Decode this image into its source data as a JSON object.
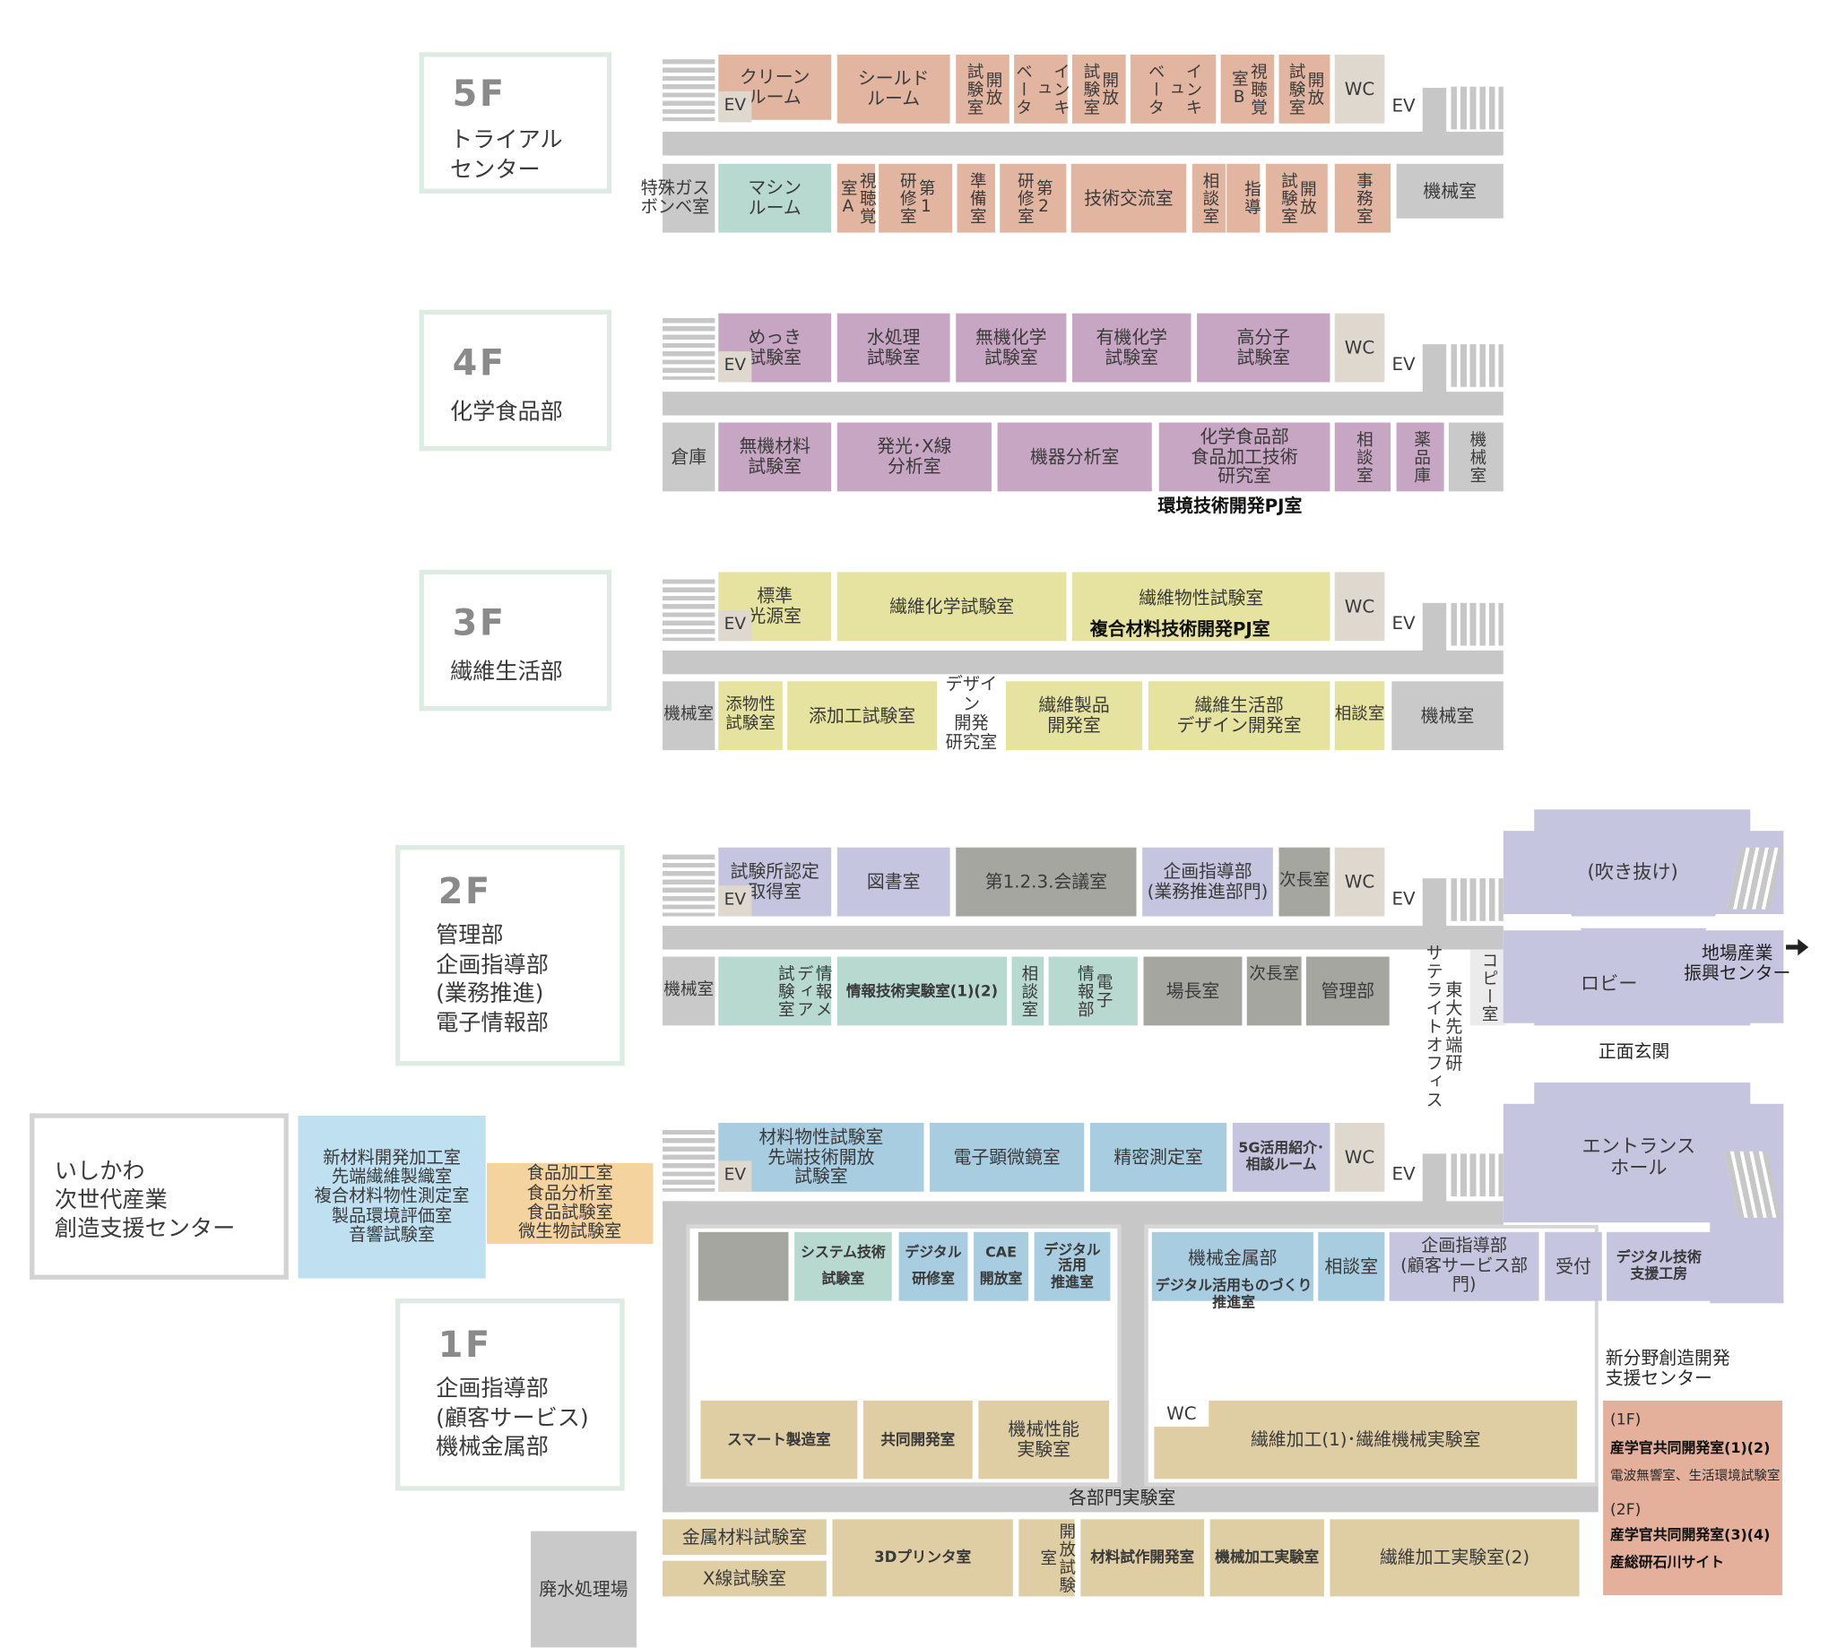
{
  "floors": {
    "f5": {
      "label": "5F",
      "name": "トライアル\nセンター"
    },
    "f4": {
      "label": "4F",
      "name": "化学食品部"
    },
    "f3": {
      "label": "3F",
      "name": "繊維生活部"
    },
    "f2": {
      "label": "2F",
      "name": "管理部\n企画指導部\n(業務推進)\n電子情報部"
    },
    "f1": {
      "label": "1F",
      "name": "企画指導部\n(顧客サービス)\n機械金属部"
    }
  },
  "f5": {
    "clean": "クリーン\nルーム",
    "ev": "EV",
    "shield": "シールド\nルーム",
    "open1": "開放\n試験室",
    "incu1": "インキュ\nベータ",
    "open2": "開放\n試験室",
    "incu2": "インキュ\nベータ",
    "avB": "視聴覚室B",
    "open3": "開放\n試験室",
    "wc": "WC",
    "ev2": "EV",
    "gas": "特殊ガス\nボンベ室",
    "machine": "マシン\nルーム",
    "avA": "視聴覚室A",
    "train1": "第1\n研修室",
    "prep": "準備室",
    "train2": "第2\n研修室",
    "exchange": "技術交流室",
    "consult": "相談室",
    "guide": "指導",
    "open4": "開放\n試験室",
    "office": "事務室",
    "mech": "機械室"
  },
  "f4": {
    "plating": "めっき\n試験室",
    "ev": "EV",
    "water": "水処理\n試験室",
    "inorg": "無機化学\n試験室",
    "org": "有機化学\n試験室",
    "polymer": "高分子\n試験室",
    "wc": "WC",
    "ev2": "EV",
    "storage": "倉庫",
    "inorgmat": "無機材料\n試験室",
    "xray": "発光･X線\n分析室",
    "analysis": "機器分析室",
    "food": "化学食品部\n食品加工技術\n研究室",
    "consult": "相談室",
    "chem": "薬品庫",
    "mech": "機械室",
    "pj": "環境技術開発PJ室"
  },
  "f3": {
    "light": "標準\n光源室",
    "ev": "EV",
    "fiberchem": "繊維化学試験室",
    "fiberprop": "繊維物性試験室",
    "pj": "複合材料技術開発PJ室",
    "wc": "WC",
    "ev2": "EV",
    "mech1": "機械室",
    "additive": "添物性\n試験室",
    "addproc": "添加工試験室",
    "design": "デザイン\n開発\n研究室",
    "product": "繊維製品\n開発室",
    "lifedesign": "繊維生活部\nデザイン開発室",
    "consult": "相談室",
    "mech2": "機械室"
  },
  "f2": {
    "cert": "試験所認定\n取得室",
    "ev": "EV",
    "library": "図書室",
    "meeting": "第1.2.3.会議室",
    "planning": "企画指導部\n(業務推進部門)",
    "deputy1": "次長室",
    "wc": "WC",
    "ev2": "EV",
    "mech": "機械室",
    "infomedia": "情報メディア\n試験室",
    "infolab": "情報技術実験室(1)(2)",
    "consult": "相談室",
    "elec": "電子\n情報部",
    "director": "場長室",
    "deputy2": "次長室",
    "admin": "管理部",
    "satellite": "東大先端研\nサテライトオフィス",
    "copy": "コピー室",
    "atrium": "(吹き抜け)",
    "lobby": "ロビー",
    "jiba": "地場産業\n振興センター"
  },
  "entrance_label": "正面玄関",
  "f1": {
    "matprop": "材料物性試験室\n先端技術開放\n試験室",
    "ev": "EV",
    "sem": "電子顕微鏡室",
    "precision": "精密測定室",
    "fiveg": "5G活用紹介･\n相談ルーム",
    "wc": "WC",
    "ev2": "EV",
    "hall": "エントランス\nホール",
    "system": "システム技術\n試験室",
    "digitrain": "デジタル\n研修室",
    "cae": "CAE\n開放室",
    "digiuse": "デジタル\n活用\n推進室",
    "mechmetal": "機械金属部",
    "mechmetal2": "デジタル活用ものづくり\n推進室",
    "consult": "相談室",
    "planning": "企画指導部\n(顧客サービス部門)",
    "reception": "受付",
    "digiworkshop": "デジタル技術\n支援工房",
    "smart": "スマート製造室",
    "joint": "共同開発室",
    "perf": "機械性能\n実験室",
    "wc2": "WC",
    "fiberproc1": "繊維加工(1)･繊維機械実験室",
    "labs": "各部門実験室",
    "metal": "金属材料試験室",
    "xray": "X線試験室",
    "printer3d": "3Dプリンタ室",
    "openlab": "開放試験室",
    "matproto": "材料試作開発室",
    "machining": "機械加工実験室",
    "fiberproc2": "繊維加工実験室(2)",
    "waste": "廃水処理場"
  },
  "ishikawa": {
    "title": "いしかわ\n次世代産業\n創造支援センター",
    "rooms": "新材料開発加工室\n先端繊維製織室\n複合材料物性測定室\n製品環境評価室\n音響試験室",
    "food": "食品加工室\n食品分析室\n食品試験室\n微生物試験室"
  },
  "newfield": {
    "title": "新分野創造開発\n支援センター",
    "f1": "(1F)",
    "f1room": "産学官共同開発室(1)(2)",
    "f1sub": "電波無響室、生活環境試験室",
    "f2": "(2F)",
    "f2room": "産学官共同開発室(3)(4)",
    "f2sub": "産総研石川サイト"
  },
  "colors": {
    "pink": "#e2b5a1",
    "mint": "#b7d9cf",
    "purple": "#c7a6c3",
    "yellow": "#e6e3a0",
    "lavender": "#c6c5df",
    "blue": "#a8cce0",
    "tan": "#dfcda4",
    "orange": "#f5d39f",
    "gray": "#c9c9c9"
  }
}
